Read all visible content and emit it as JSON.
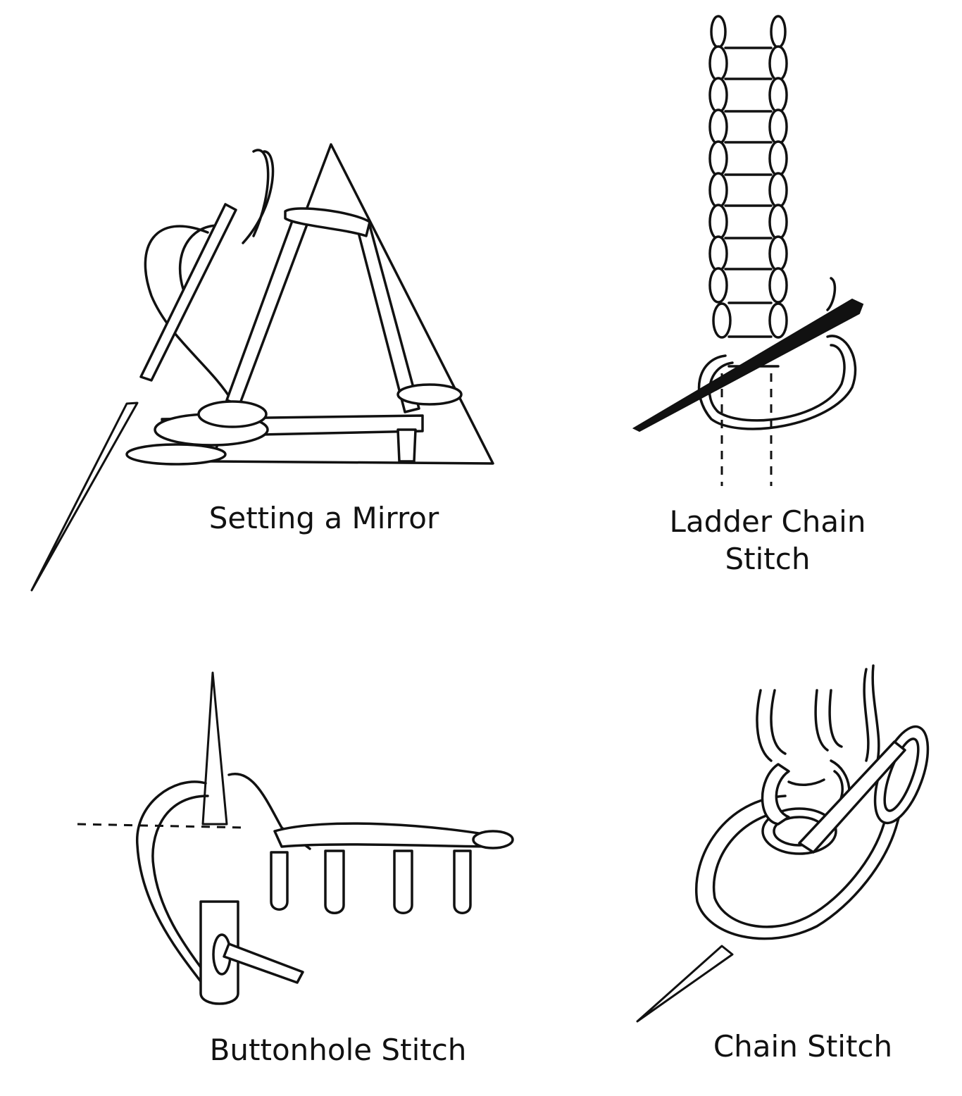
{
  "figures": [
    {
      "id": "setting-mirror",
      "caption": "Setting a Mirror"
    },
    {
      "id": "ladder-chain",
      "caption_line1": "Ladder Chain",
      "caption_line2": "Stitch"
    },
    {
      "id": "buttonhole",
      "caption": "Buttonhole Stitch"
    },
    {
      "id": "chain",
      "caption": "Chain Stitch"
    }
  ],
  "colors": {
    "ink": "#111111",
    "paper": "#ffffff"
  }
}
